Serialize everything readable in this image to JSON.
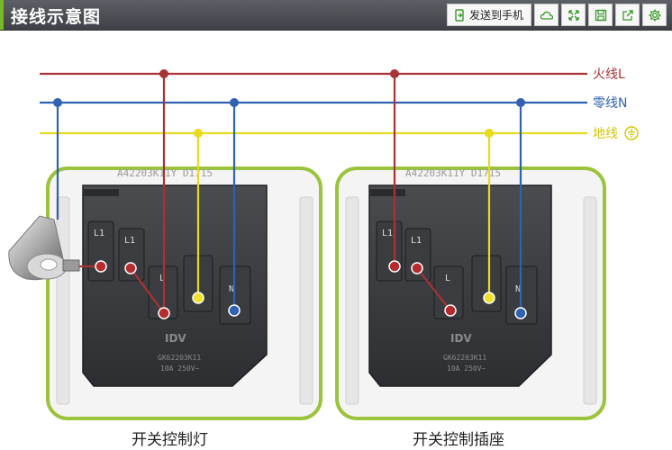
{
  "header": {
    "title": "接线示意图",
    "send_label": "发送到手机",
    "accent_color": "#7ab829",
    "icons": [
      "send-phone-icon",
      "cloud-icon",
      "expand-icon",
      "save-icon",
      "share-icon",
      "settings-icon"
    ]
  },
  "wires": {
    "live": {
      "label": "火线L",
      "color": "#a83234"
    },
    "neutral": {
      "label": "零线N",
      "color": "#2f62b0"
    },
    "earth": {
      "label": "地线",
      "color": "#e8da1f"
    }
  },
  "panels": {
    "left": {
      "model_top": "A42203K11Y D1715",
      "model_bottom": "GK62203K11",
      "rating": "10A 250V~",
      "caption": "开关控制灯"
    },
    "right": {
      "model_top": "A42203K11Y D1715",
      "model_bottom": "GK62203K11",
      "rating": "10A 250V~",
      "caption": "开关控制插座"
    }
  },
  "brand": "IDV"
}
